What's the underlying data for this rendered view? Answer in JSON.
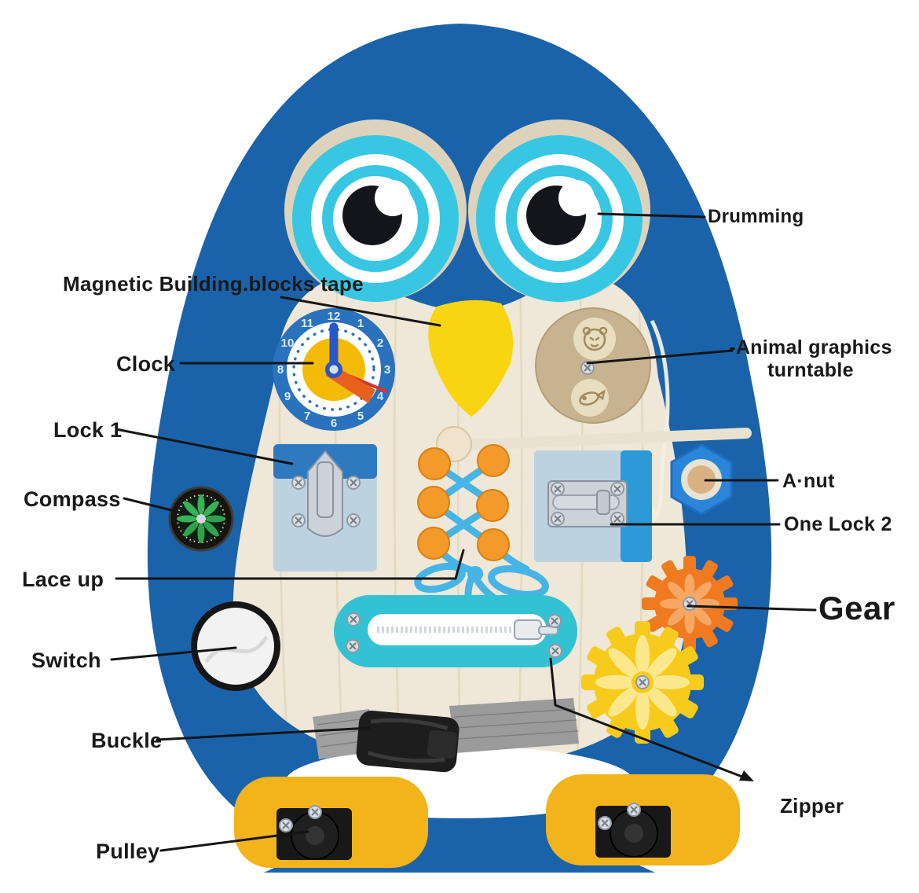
{
  "labels": {
    "drumming": "Drumming",
    "magnetic": "Magnetic Building.blocks tape",
    "clock": "Clock",
    "lock1": "Lock 1",
    "compass": "Compass",
    "lace_up": "Lace up",
    "switch": "Switch",
    "buckle": "Buckle",
    "pulley": "Pulley",
    "animal_line1": "-Animal graphics",
    "animal_line2": "turntable",
    "a_nut": "A·nut",
    "one_lock2": "One Lock 2",
    "gear": "Gear",
    "zipper": "Zipper"
  },
  "clock": {
    "numerals": [
      "12",
      "1",
      "2",
      "3",
      "4",
      "5",
      "6",
      "7",
      "8",
      "9",
      "10",
      "11"
    ]
  },
  "colors": {
    "body": "#1a63aa",
    "belly": "#efe7d7",
    "eye-cyan": "#38c7e2",
    "beak": "#f8d411",
    "label": "#191919",
    "turntable": "#c7b390",
    "lock-panel": "#bdd2e0",
    "lock-strip": "#2e79c0",
    "lock2-strip": "#2b9ad6",
    "lace-orange": "#f49a2a",
    "lace-blue": "#46b4e4",
    "zipper-teal": "#33c2d4",
    "gear-orange": "#ef7a1f",
    "gear-yellow": "#f7cb1b",
    "nut-blue": "#2b86d9",
    "foot-yellow": "#f3b31a"
  }
}
